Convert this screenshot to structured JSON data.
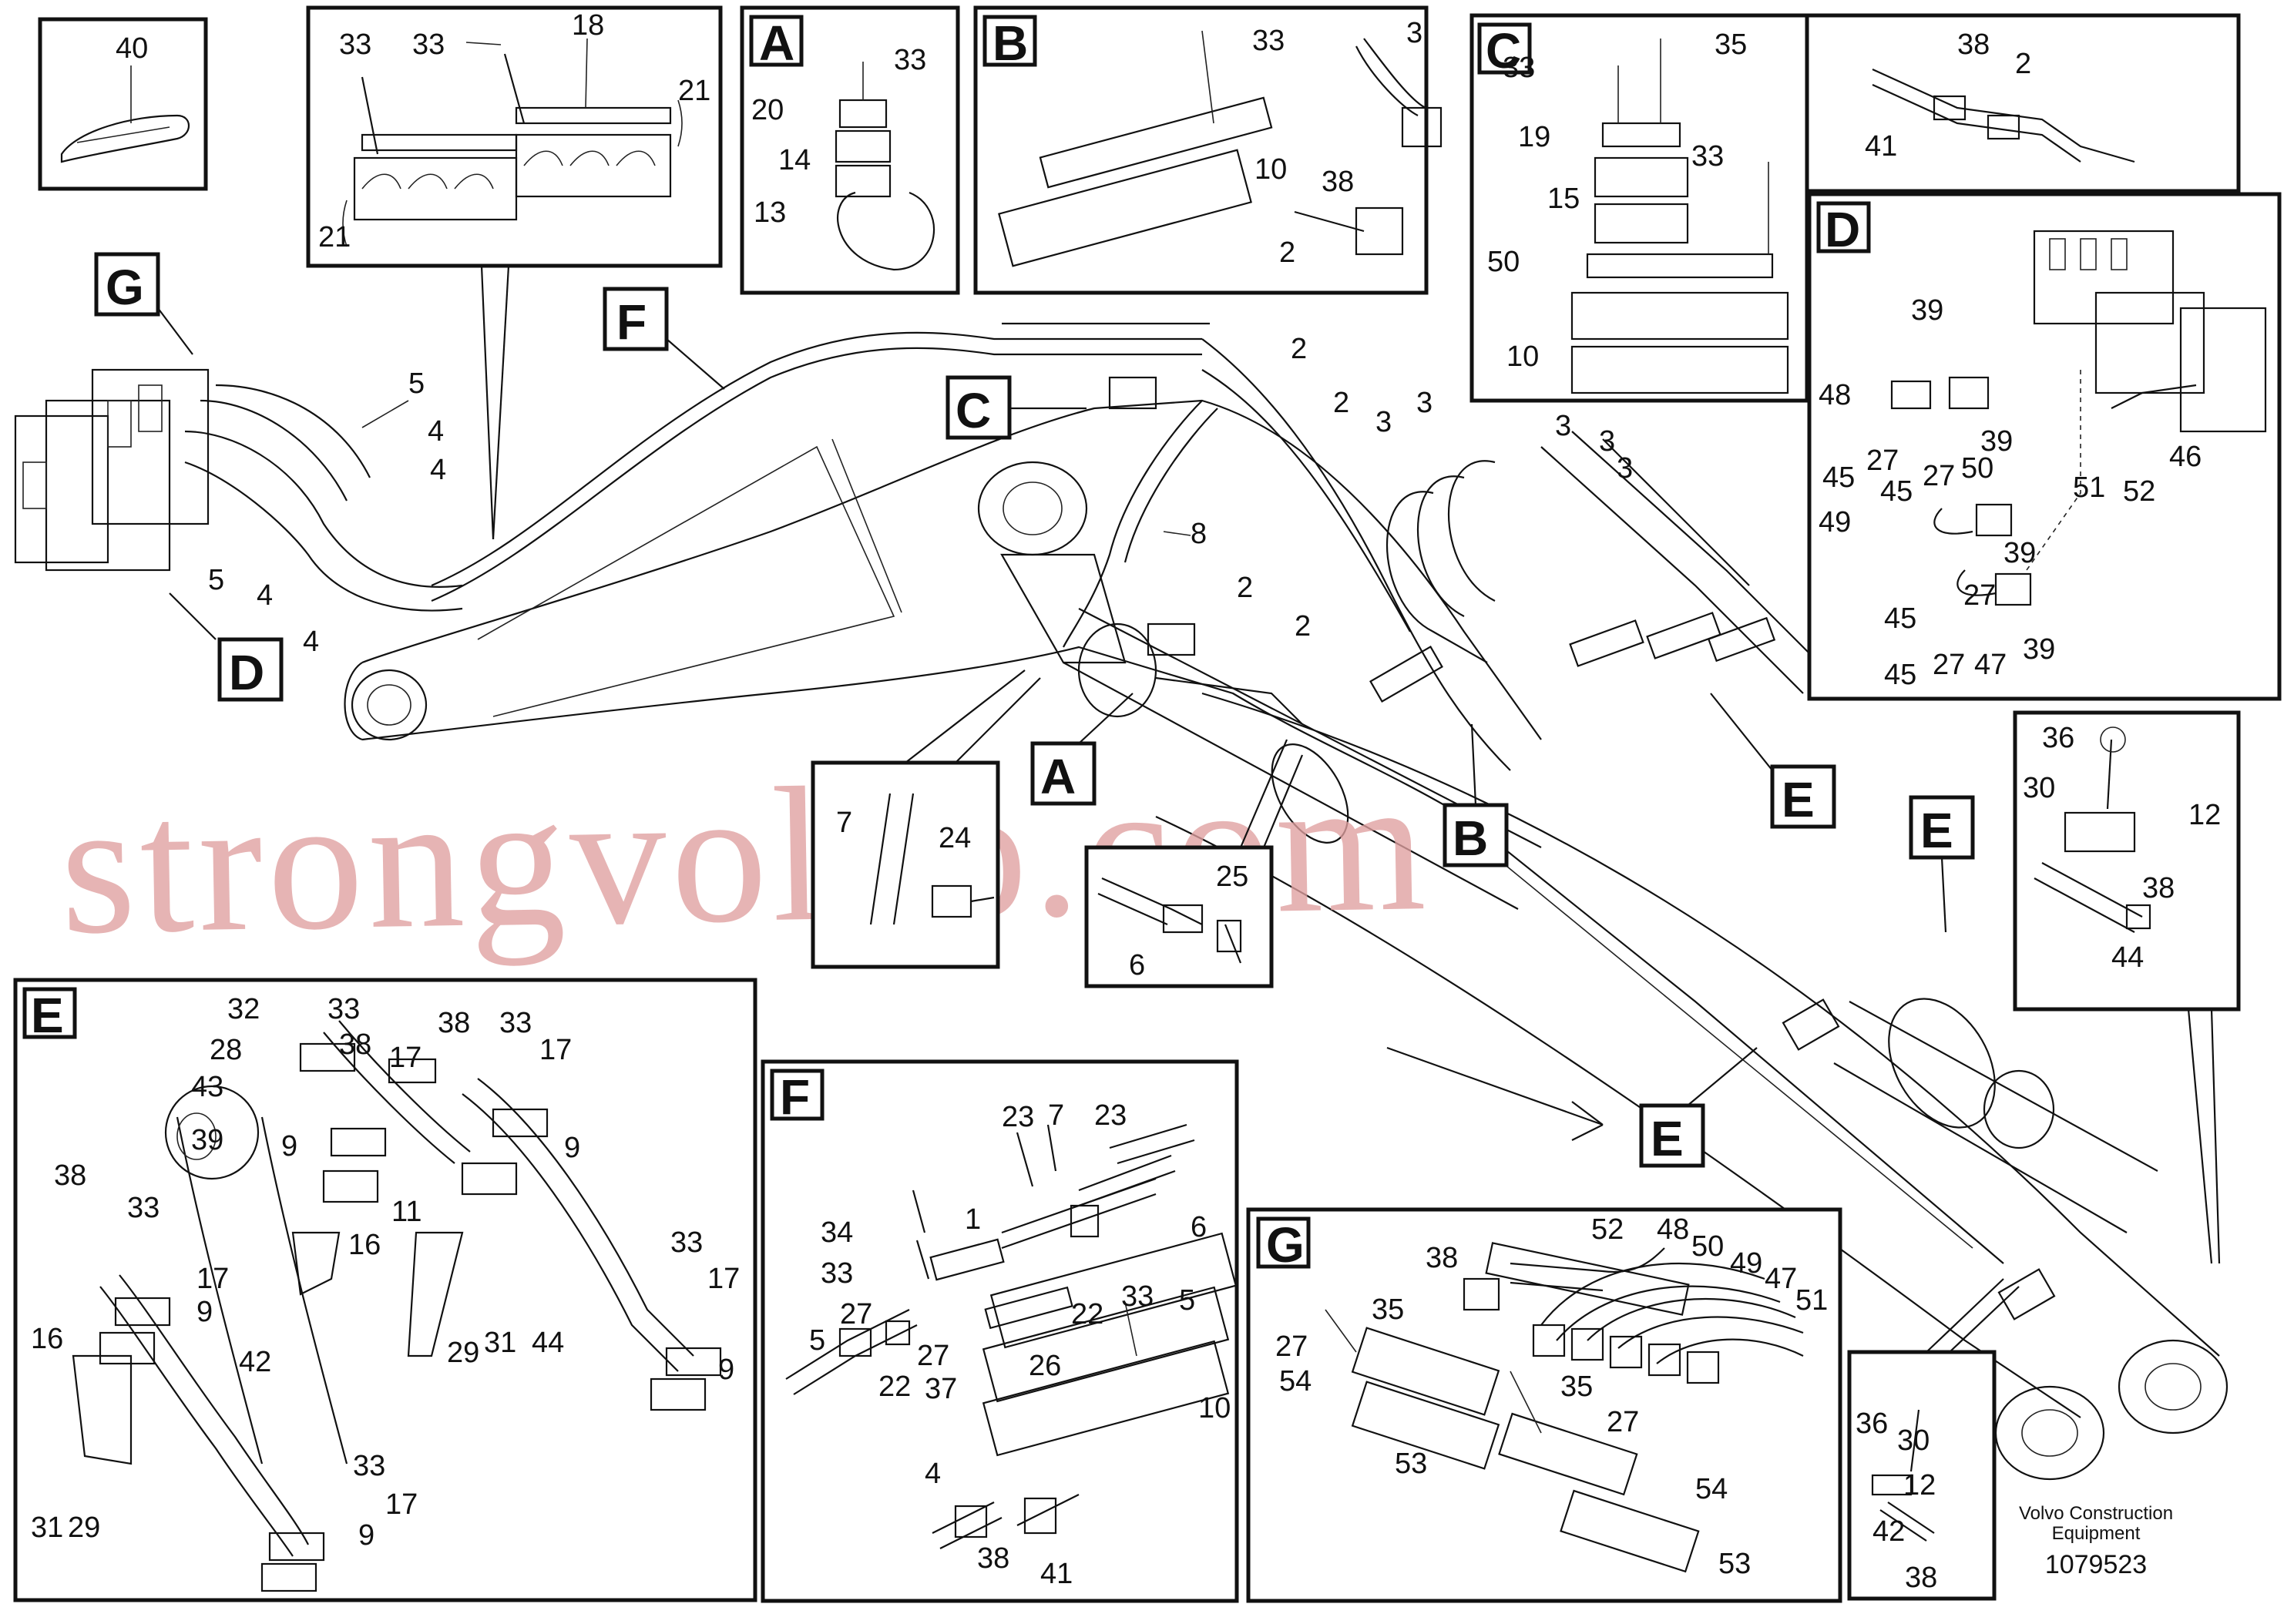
{
  "watermark": "strongvolvo.com",
  "footer": {
    "brand_line1": "Volvo Construction",
    "brand_line2": "Equipment",
    "drawing_number": "1079523"
  },
  "detail_letters": {
    "A": "A",
    "B": "B",
    "C": "C",
    "D": "D",
    "E": "E",
    "F": "F",
    "G": "G"
  },
  "callouts": {
    "c40": "40",
    "c33": "33",
    "c18": "18",
    "c21": "21",
    "c20": "20",
    "c14": "14",
    "c13": "13",
    "c10": "10",
    "c3": "3",
    "c38": "38",
    "c2": "2",
    "c35": "35",
    "c19": "19",
    "c15": "15",
    "c50": "50",
    "c41": "41",
    "c39": "39",
    "c48": "48",
    "c45": "45",
    "c27": "27",
    "c51": "51",
    "c52": "52",
    "c46": "46",
    "c49": "49",
    "c47": "47",
    "c5": "5",
    "c4": "4",
    "c8": "8",
    "c7": "7",
    "c24": "24",
    "c25": "25",
    "c6": "6",
    "c36": "36",
    "c30": "30",
    "c12": "12",
    "c44": "44",
    "c42": "42",
    "c32": "32",
    "c28": "28",
    "c43": "43",
    "c17": "17",
    "c9": "9",
    "c11": "11",
    "c16": "16",
    "c29": "29",
    "c31": "31",
    "c23": "23",
    "c34": "34",
    "c1": "1",
    "c22": "22",
    "c26": "26",
    "c37": "37",
    "c54": "54",
    "c53": "53"
  }
}
